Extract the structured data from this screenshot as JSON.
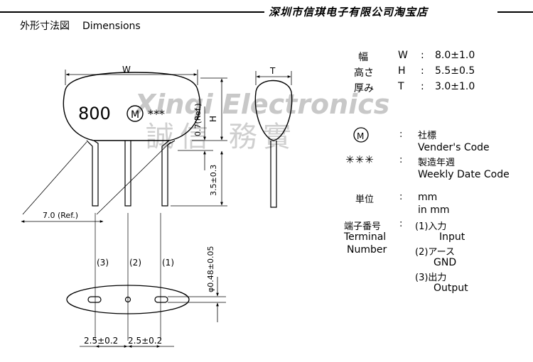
{
  "header": {
    "company": "深圳市信琪电子有限公司淘宝店"
  },
  "section": {
    "title_jp": "外形寸法図",
    "title_en": "Dimensions"
  },
  "watermark": {
    "line1": "Xinqi Electronics",
    "line2": "誠信 務實"
  },
  "component": {
    "marking_code": "800",
    "marking_stars": "***"
  },
  "dimensions": {
    "w_label": "W",
    "t_label": "T",
    "h_label": "H",
    "ref_07": "0.7(Ref.)",
    "lead_35": "3.5±0.3",
    "ref_70": "7.0 (Ref.)",
    "lead_dia": "φ0.48±0.05",
    "pitch_1": "2.5±0.2",
    "pitch_2": "2.5±0.2",
    "pin_3": "(3)",
    "pin_2": "(2)",
    "pin_1": "(1)"
  },
  "specs": [
    {
      "label": "幅",
      "sym": "W",
      "colon": ":",
      "value": "8.0±1.0"
    },
    {
      "label": "高さ",
      "sym": "H",
      "colon": ":",
      "value": "5.5±0.5"
    },
    {
      "label": "厚み",
      "sym": "T",
      "colon": ":",
      "value": "3.0±1.0"
    }
  ],
  "legend": {
    "vendor_colon": ":",
    "vendor_jp": "社標",
    "vendor_en": "Vender's Code",
    "weekly_symbol": "✳✳✳",
    "weekly_colon": ":",
    "weekly_jp": "製造年週",
    "weekly_en": "Weekly Date Code",
    "unit_jp": "単位",
    "unit_colon": ":",
    "unit_val1": "mm",
    "unit_val2": "in mm",
    "terminal_jp": "端子番号",
    "terminal_en1": "Terminal",
    "terminal_en2": "Number",
    "terminal_colon": ":",
    "t1_jp": "(1)入力",
    "t1_en": "Input",
    "t2_jp": "(2)アース",
    "t2_en": "GND",
    "t3_jp": "(3)出力",
    "t3_en": "Output"
  },
  "colors": {
    "ink": "#000000",
    "watermark": "#c8c8c8",
    "watermark_cjk": "#cfcfcf"
  }
}
